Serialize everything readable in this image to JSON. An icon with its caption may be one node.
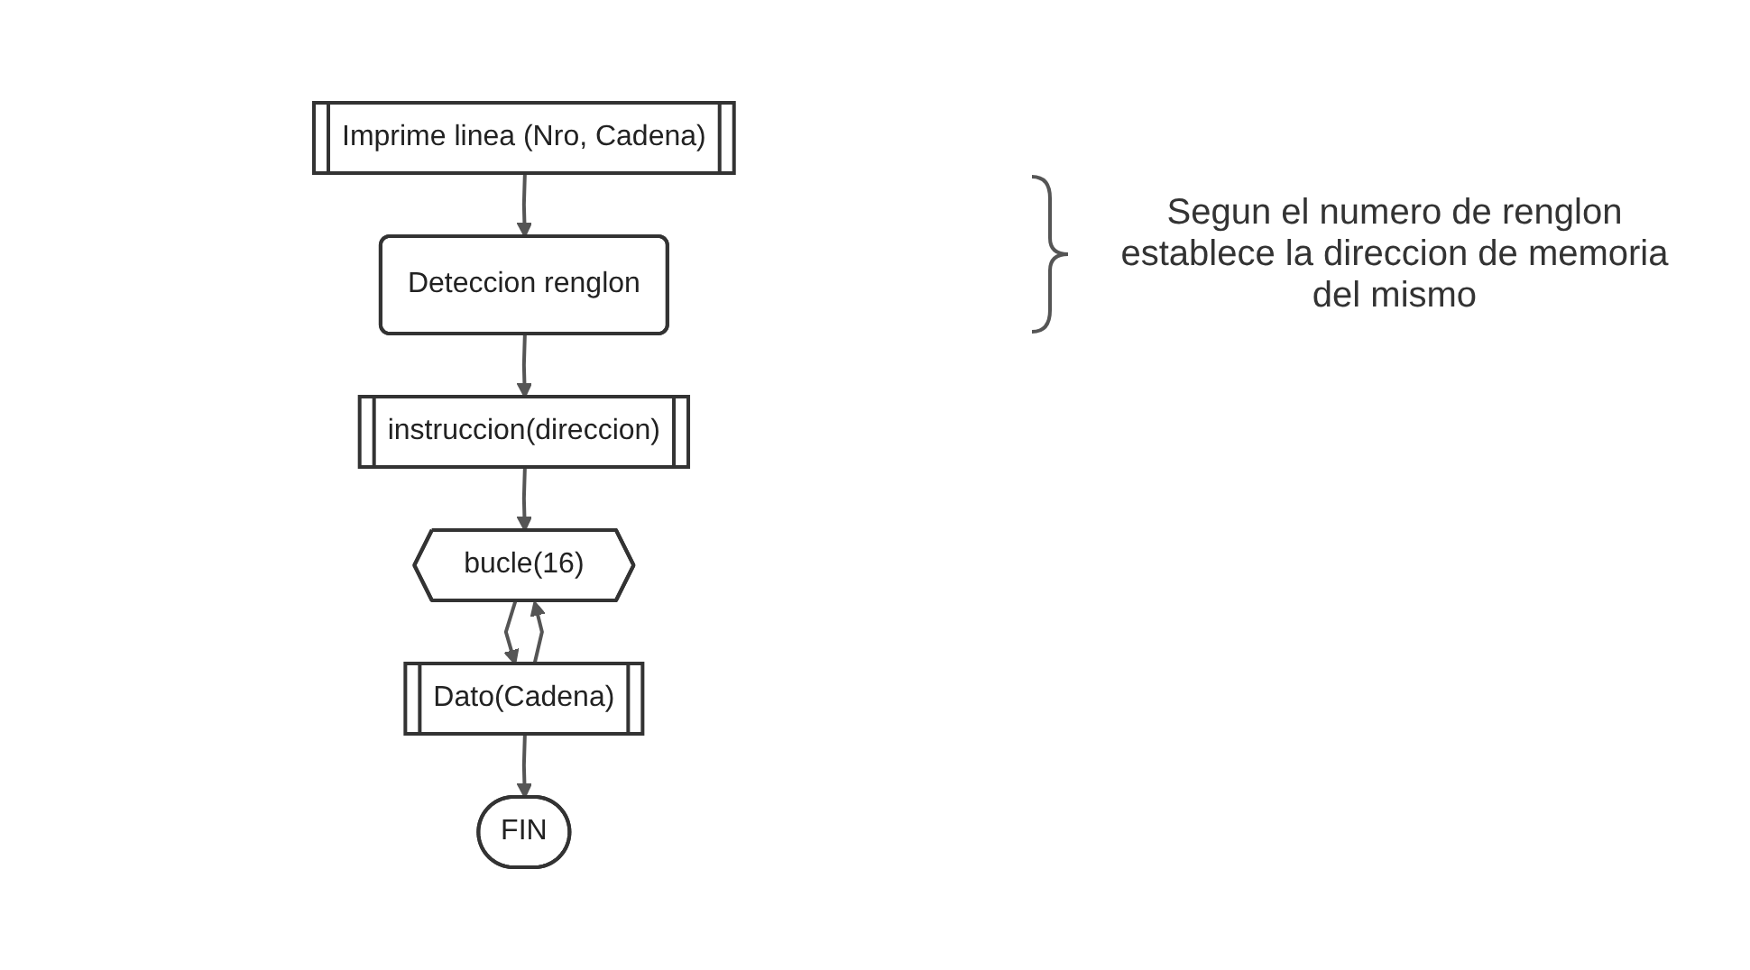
{
  "diagram": {
    "nodes": [
      {
        "text": [
          "Imprime linea (Nro, Cadena)"
        ]
      },
      {
        "text": [
          "Deteccion renglon"
        ]
      },
      {
        "text": [
          "instruccion(direccion)"
        ]
      },
      {
        "text": [
          "bucle(16)"
        ]
      },
      {
        "text": [
          "Dato(Cadena)"
        ]
      },
      {
        "text": [
          "FIN"
        ]
      }
    ],
    "edges": [
      {
        "from": 0,
        "to": 1,
        "arrow": "to"
      },
      {
        "from": 1,
        "to": 2,
        "arrow": "to"
      },
      {
        "from": 2,
        "to": 3,
        "arrow": "to"
      },
      {
        "from": 3,
        "to": 4,
        "arrow": "to"
      },
      {
        "from": 4,
        "to": 5,
        "arrow": "to"
      },
      {
        "from": 4,
        "to": 3,
        "arrow": "to"
      }
    ],
    "labels": [
      "Segun el numero de renglon establece la direccion de memoria del mismo"
    ]
  }
}
